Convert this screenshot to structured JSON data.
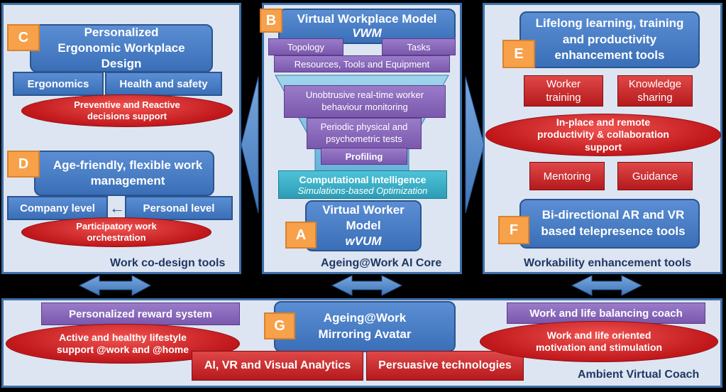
{
  "left": {
    "caption": "Work co-design tools",
    "c": {
      "tag": "C",
      "title": "Personalized Ergonomic Workplace Design",
      "ergonomics": "Ergonomics",
      "health": "Health and safety",
      "ellipse": "Preventive and Reactive decisions support"
    },
    "d": {
      "tag": "D",
      "title": "Age-friendly, flexible work management",
      "company": "Company level",
      "arrow": "←",
      "personal": "Personal level",
      "ellipse": "Participatory work orchestration"
    }
  },
  "center": {
    "caption": "Ageing@Work AI Core",
    "b": {
      "tag": "B",
      "title": "Virtual Workplace Model",
      "subtitle": "VWM",
      "topology": "Topology",
      "tasks": "Tasks",
      "resources": "Resources, Tools and Equipment"
    },
    "monitor": "Unobtrusive real-time worker behaviour monitoring",
    "tests": "Periodic physical and psychometric tests",
    "profiling": "Profiling",
    "ci_title": "Computational Intelligence",
    "ci_sub": "Simulations-based Optimization",
    "a": {
      "tag": "A",
      "title": "Virtual Worker Model",
      "subtitle": "wVUM"
    }
  },
  "right": {
    "caption": "Workability enhancement tools",
    "e": {
      "tag": "E",
      "title": "Lifelong learning, training and productivity enhancement tools"
    },
    "worker_training": "Worker training",
    "knowledge_sharing": "Knowledge sharing",
    "ellipse": "In-place and remote productivity & collaboration support",
    "mentoring": "Mentoring",
    "guidance": "Guidance",
    "f": {
      "tag": "F",
      "title": "Bi-directional AR and VR based telepresence tools"
    }
  },
  "bottom": {
    "caption": "Ambient Virtual Coach",
    "reward": "Personalized reward system",
    "lifestyle": "Active and healthy lifestyle support @work and @home",
    "g": {
      "tag": "G",
      "title": "Ageing@Work Mirroring Avatar"
    },
    "ai_vr": "AI, VR and Visual Analytics",
    "persuasive": "Persuasive technologies",
    "balance": "Work and life balancing coach",
    "motivation": "Work and life oriented motivation and stimulation"
  }
}
